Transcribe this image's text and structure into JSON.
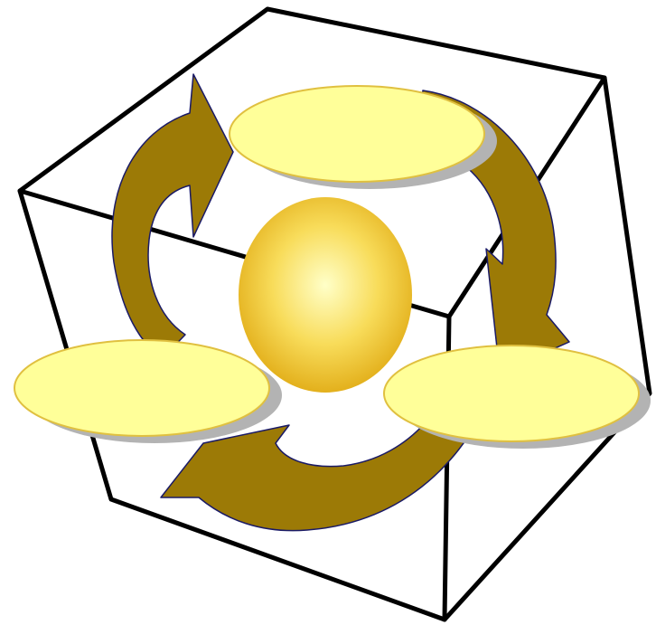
{
  "diagram": {
    "colors": {
      "background": "#ffffff",
      "cube_edge": "#000000",
      "arrow_fill": "#9c7a06",
      "arrow_stroke": "#1a1a66",
      "ellipse_fill": "#ffff99",
      "ellipse_stroke": "#e0c040",
      "ellipse_shadow": "#b3b3b3",
      "sphere_light": "#ffffc8",
      "sphere_mid": "#f8dc5a",
      "sphere_dark": "#e3b01c"
    },
    "nodes": [
      {
        "id": "top",
        "label": ""
      },
      {
        "id": "left",
        "label": ""
      },
      {
        "id": "right",
        "label": ""
      }
    ],
    "center": {
      "label": ""
    },
    "cycle_arrows": [
      {
        "from": "top",
        "to": "right"
      },
      {
        "from": "right",
        "to": "left"
      },
      {
        "from": "left",
        "to": "top"
      }
    ]
  }
}
